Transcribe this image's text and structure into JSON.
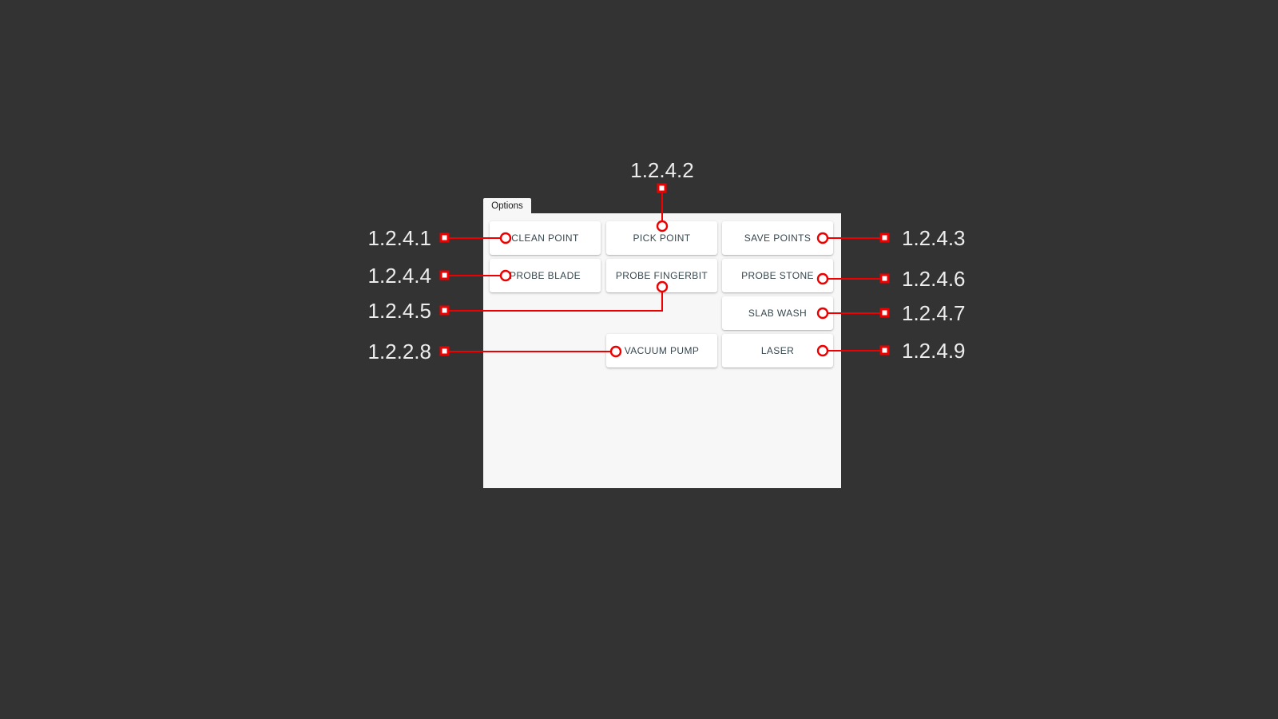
{
  "window": {
    "background_color": "#333333",
    "panel_background": "#f7f7f7",
    "accent_color": "#ee0000",
    "button_text_color": "#37474f",
    "label_color": "#ececec"
  },
  "tab": {
    "label": "Options"
  },
  "buttons": [
    {
      "id": "clean-point",
      "label": "CLEAN POINT",
      "column": 1,
      "row": 1
    },
    {
      "id": "pick-point",
      "label": "PICK POINT",
      "column": 2,
      "row": 1
    },
    {
      "id": "save-points",
      "label": "SAVE POINTS",
      "column": 3,
      "row": 1
    },
    {
      "id": "probe-blade",
      "label": "PROBE BLADE",
      "column": 1,
      "row": 2
    },
    {
      "id": "probe-fingerbit",
      "label": "PROBE FINGERBIT",
      "column": 2,
      "row": 2
    },
    {
      "id": "probe-stone",
      "label": "PROBE STONE",
      "column": 3,
      "row": 2
    },
    {
      "id": "slab-wash",
      "label": "SLAB WASH",
      "column": 3,
      "row": 3
    },
    {
      "id": "vacuum-pump",
      "label": "VACUUM PUMP",
      "column": 2,
      "row": 4
    },
    {
      "id": "laser",
      "label": "LASER",
      "column": 3,
      "row": 4
    }
  ],
  "callouts": [
    {
      "id": "callout-1-2-4-1",
      "number": "1.2.4.1",
      "side": "left",
      "target": "clean-point"
    },
    {
      "id": "callout-1-2-4-2",
      "number": "1.2.4.2",
      "side": "top",
      "target": "pick-point"
    },
    {
      "id": "callout-1-2-4-3",
      "number": "1.2.4.3",
      "side": "right",
      "target": "save-points"
    },
    {
      "id": "callout-1-2-4-4",
      "number": "1.2.4.4",
      "side": "left",
      "target": "probe-blade"
    },
    {
      "id": "callout-1-2-4-5",
      "number": "1.2.4.5",
      "side": "left",
      "target": "probe-fingerbit"
    },
    {
      "id": "callout-1-2-4-6",
      "number": "1.2.4.6",
      "side": "right",
      "target": "probe-stone"
    },
    {
      "id": "callout-1-2-4-7",
      "number": "1.2.4.7",
      "side": "right",
      "target": "slab-wash"
    },
    {
      "id": "callout-1-2-2-8",
      "number": "1.2.2.8",
      "side": "left",
      "target": "vacuum-pump"
    },
    {
      "id": "callout-1-2-4-9",
      "number": "1.2.4.9",
      "side": "right",
      "target": "laser"
    }
  ]
}
